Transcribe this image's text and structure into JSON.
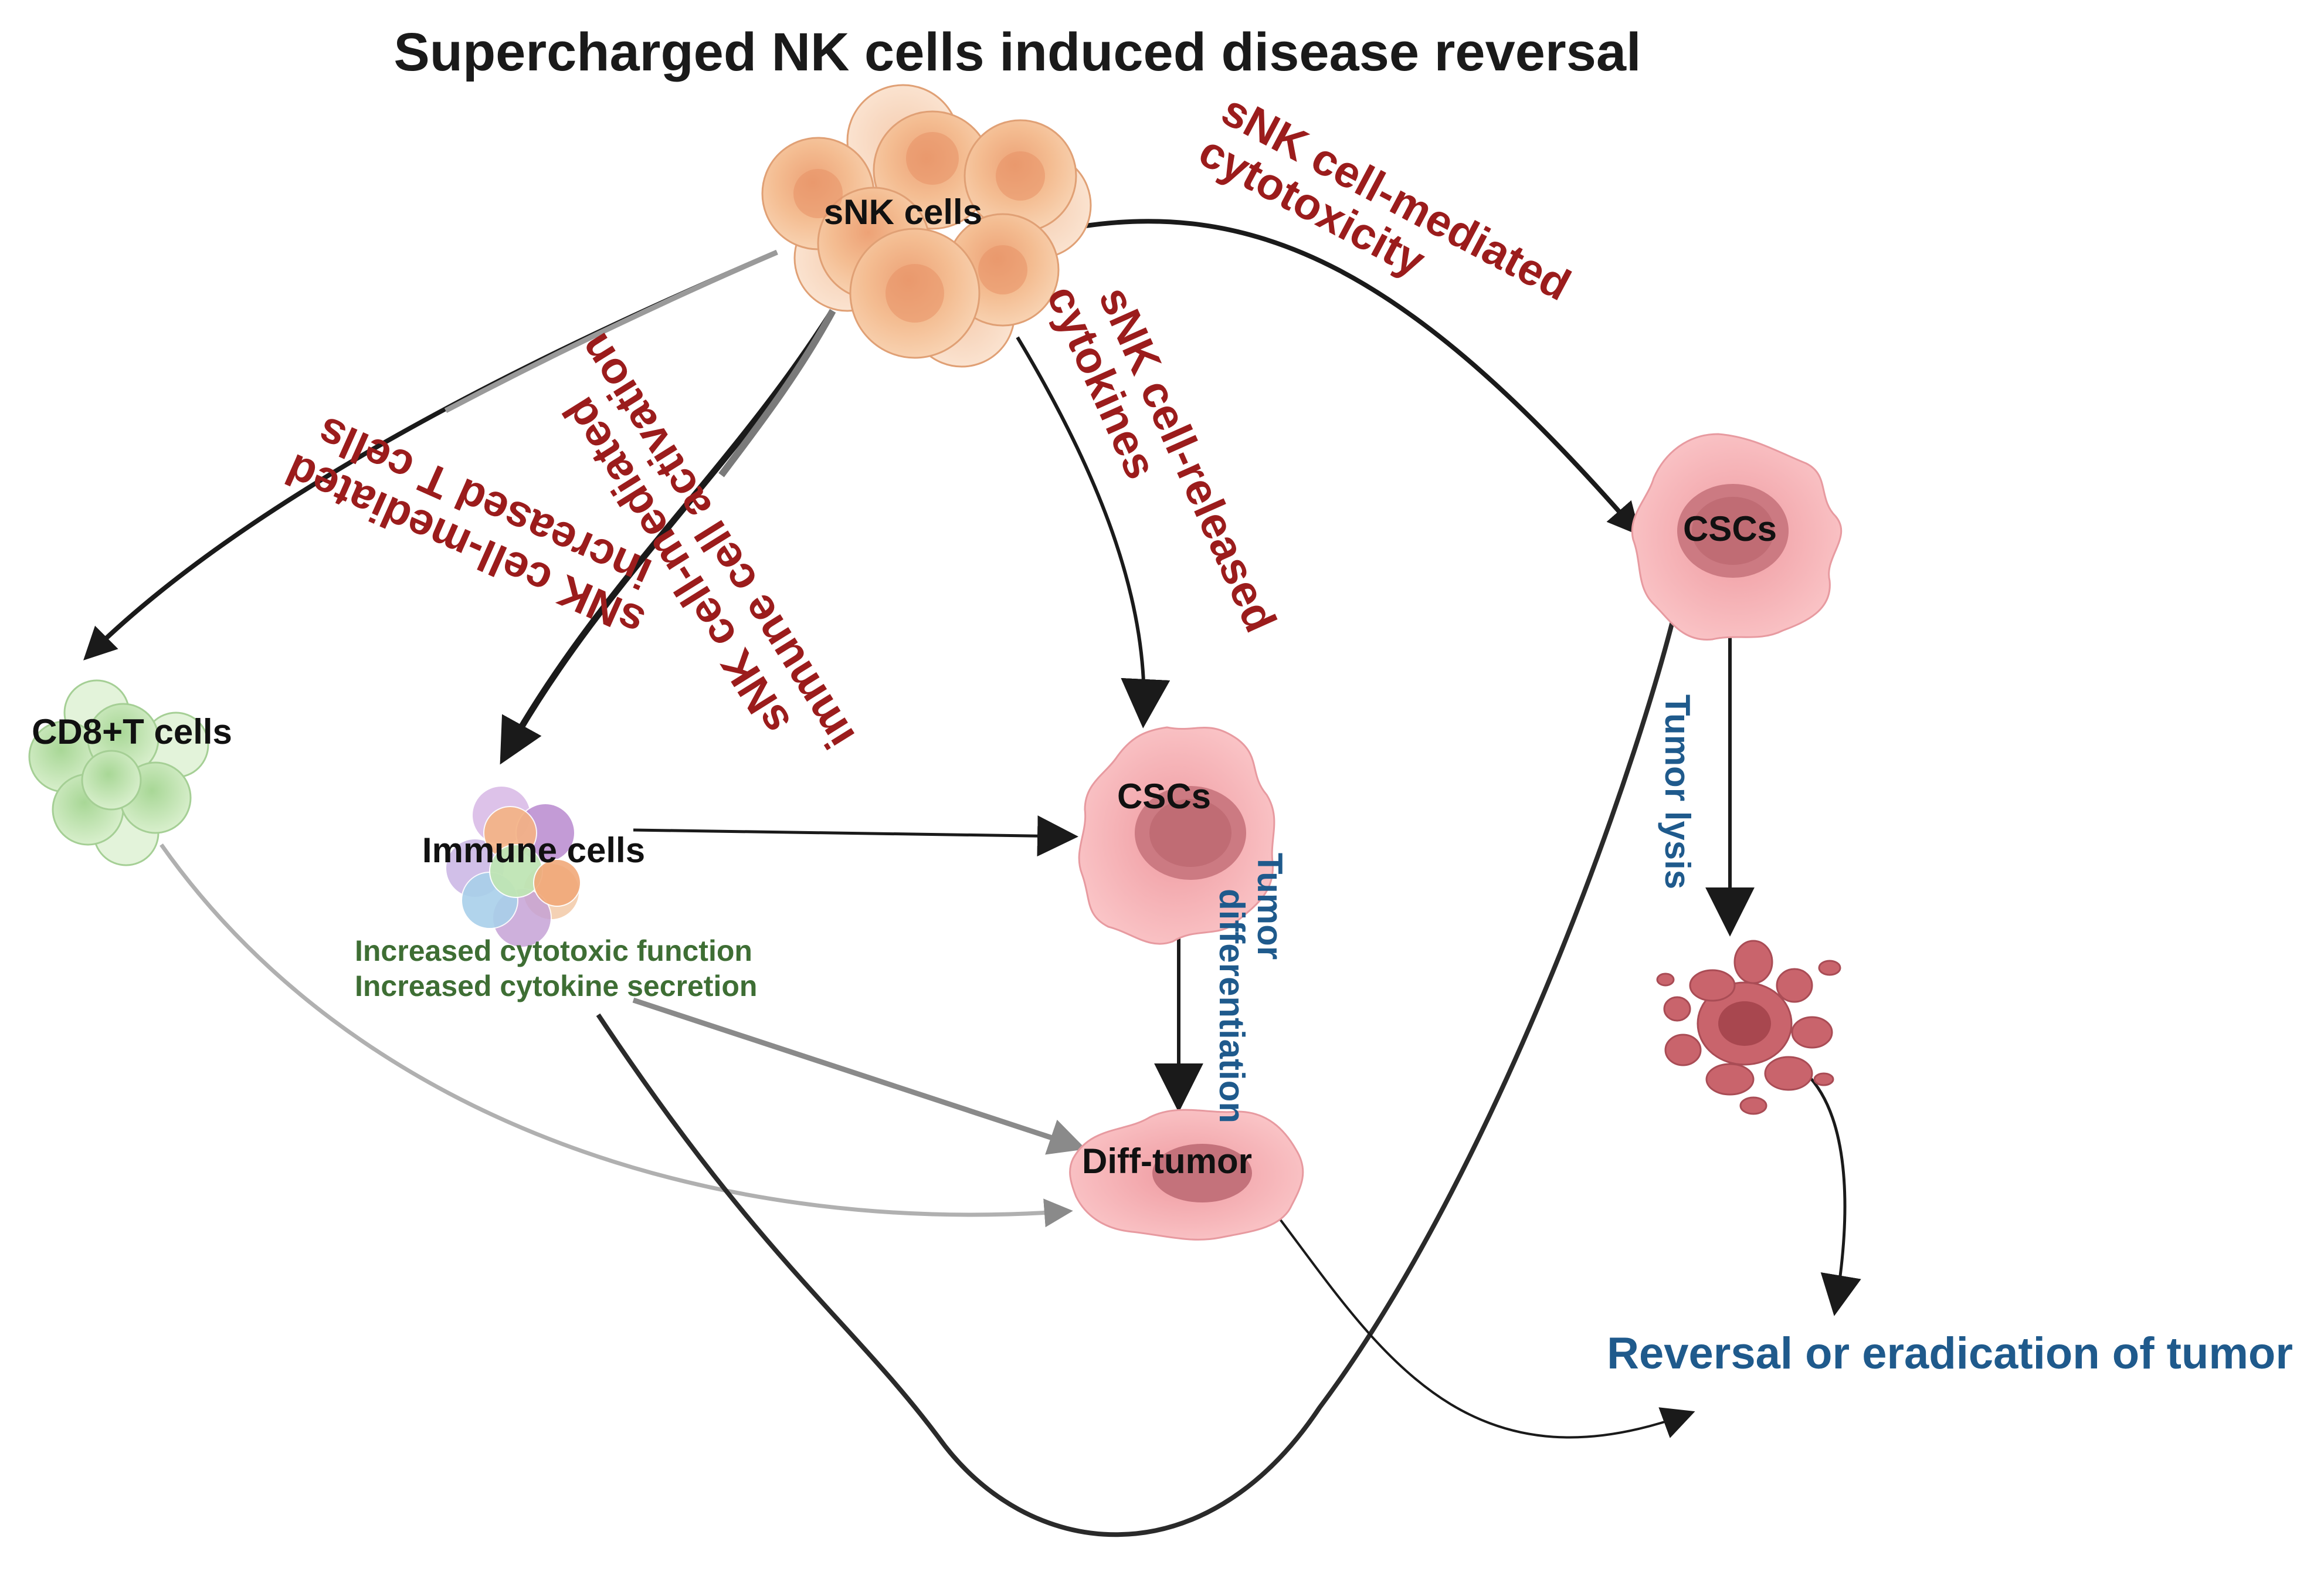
{
  "title": "Supercharged NK cells induced disease reversal",
  "colors": {
    "red_label": "#9b1c1c",
    "blue_label": "#1f5a8c",
    "green_label": "#3e6e34",
    "snk_cell": "#f2b98e",
    "cd8_cell": "#bfe3b0",
    "tumor_cell": "#f4a9ad",
    "lysed_tumor": "#c9646c"
  },
  "nodes": {
    "snk": "sNK cells",
    "cd8": "CD8+T cells",
    "immune": "Immune cells",
    "csc_middle": "CSCs",
    "csc_right": "CSCs",
    "diff_tumor": "Diff-tumor",
    "lysed_tumor_icon": "lysed-tumor-cell-icon"
  },
  "labels": {
    "t_cells_line1": "sNK cell-mediated",
    "t_cells_line2": "increased T cells",
    "activation_line1": "sNK cell-mediated",
    "activation_line2": "immune cell activation",
    "cytokines_line1": "sNK cell-released",
    "cytokines_line2": "cytokines",
    "cytotoxicity_line1": "sNK cell-mediated",
    "cytotoxicity_line2": "cytotoxicity",
    "differentiation_line1": "Tumor",
    "differentiation_line2": "differentiation",
    "lysis": "Tumor lysis",
    "immune_effect_1": "Increased cytotoxic function",
    "immune_effect_2": "Increased cytokine secretion"
  },
  "result": "Reversal or eradication of tumor"
}
